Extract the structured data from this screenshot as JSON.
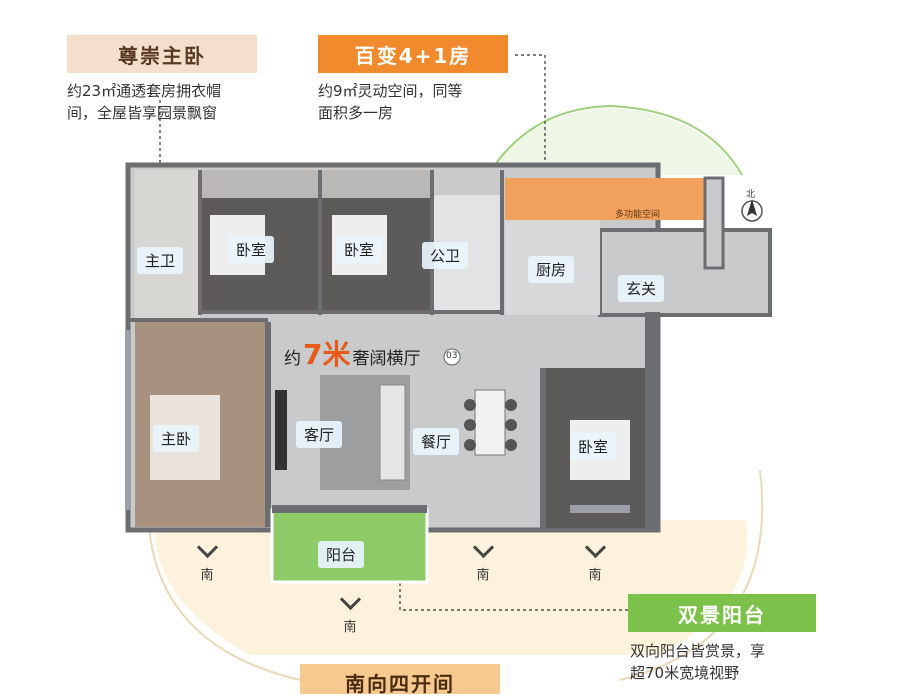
{
  "callouts": {
    "master_bedroom": {
      "title": "尊崇主卧",
      "line1": "约23㎡通透套房拥衣帽",
      "line2": "间，全屋皆享园景飘窗",
      "bg": "#f3dfcc",
      "color": "#5a3a22"
    },
    "flex_room": {
      "title": "百变4+1房",
      "line1": "约9㎡灵动空间，同等",
      "line2": "面积多一房",
      "bg": "#f08a2d",
      "color": "#ffffff"
    },
    "balcony": {
      "title": "双景阳台",
      "line1": "双向阳台皆赏景，享",
      "line2": "超70米宽境视野",
      "bg": "#7cc24a",
      "color": "#ffffff"
    },
    "south_four": {
      "title": "南向四开间",
      "bg": "#f6c98f",
      "color": "#4a2c12"
    }
  },
  "plan": {
    "living_title_prefix": "约",
    "living_title_number": "7米",
    "living_title_suffix": "奢阔横厅",
    "flex_space_label": "多功能空间",
    "compass_label": "北",
    "rooms": {
      "master_bath": "主卫",
      "bedroom_1": "卧室",
      "bedroom_2": "卧室",
      "public_bath": "公卫",
      "kitchen": "厨房",
      "entry": "玄关",
      "master_bedroom": "主卧",
      "living_room": "客厅",
      "dining_room": "餐厅",
      "bedroom_3": "卧室",
      "balcony": "阳台"
    },
    "south_labels": [
      "南",
      "南",
      "南",
      "南"
    ]
  },
  "colors": {
    "floor_gray": "#c9cacb",
    "wall": "#6b6d70",
    "bedroom_dark": "#5d5b5a",
    "master_wood": "#a7917f",
    "green_balcony": "#8ccb67",
    "orange_room": "#f2a15c",
    "sun_arc": "#fdf3dc"
  }
}
